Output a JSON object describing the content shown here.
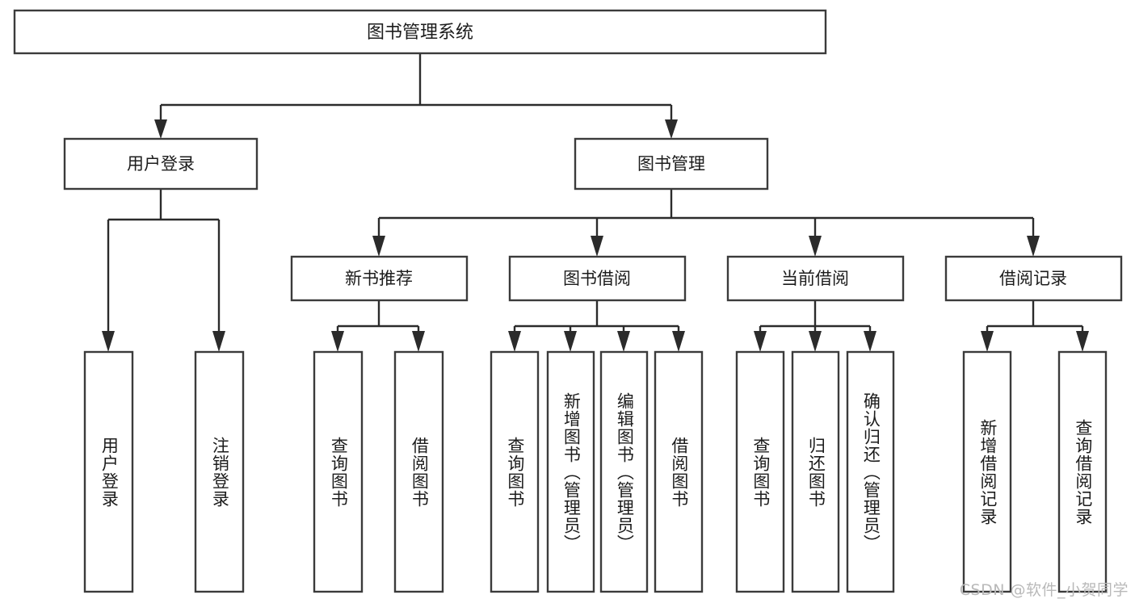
{
  "diagram": {
    "title_node": {
      "label": "图书管理系统"
    },
    "level2": [
      {
        "id": "user-login",
        "label": "用户登录"
      },
      {
        "id": "book-manage",
        "label": "图书管理"
      }
    ],
    "level3": [
      {
        "id": "new-book-rec",
        "label": "新书推荐"
      },
      {
        "id": "book-borrow",
        "label": "图书借阅"
      },
      {
        "id": "current-borrow",
        "label": "当前借阅"
      },
      {
        "id": "borrow-record",
        "label": "借阅记录"
      }
    ],
    "leaves": {
      "user_login": [
        {
          "id": "leaf-user-login",
          "label": "用户登录"
        },
        {
          "id": "leaf-logout",
          "label": "注销登录"
        }
      ],
      "new_book_rec": [
        {
          "id": "leaf-query-book-1",
          "label": "查询图书"
        },
        {
          "id": "leaf-borrow-book-1",
          "label": "借阅图书"
        }
      ],
      "book_borrow": [
        {
          "id": "leaf-query-book-2",
          "label": "查询图书"
        },
        {
          "id": "leaf-add-book",
          "label": "新增图书（管理员）"
        },
        {
          "id": "leaf-edit-book",
          "label": "编辑图书（管理员）"
        },
        {
          "id": "leaf-borrow-book-2",
          "label": "借阅图书"
        }
      ],
      "current_borrow": [
        {
          "id": "leaf-query-book-3",
          "label": "查询图书"
        },
        {
          "id": "leaf-return-book",
          "label": "归还图书"
        },
        {
          "id": "leaf-confirm-return",
          "label": "确认归还（管理员）"
        }
      ],
      "borrow_record": [
        {
          "id": "leaf-add-record",
          "label": "新增借阅记录"
        },
        {
          "id": "leaf-query-record",
          "label": "查询借阅记录"
        }
      ]
    }
  },
  "watermark": {
    "text": "CSDN @软件_小贺同学"
  },
  "colors": {
    "background": "#ffffff",
    "box_stroke": "#3b3b3b",
    "connector": "#2b2b2b",
    "text": "#1c1c1c",
    "watermark": "#b9b9b9"
  }
}
